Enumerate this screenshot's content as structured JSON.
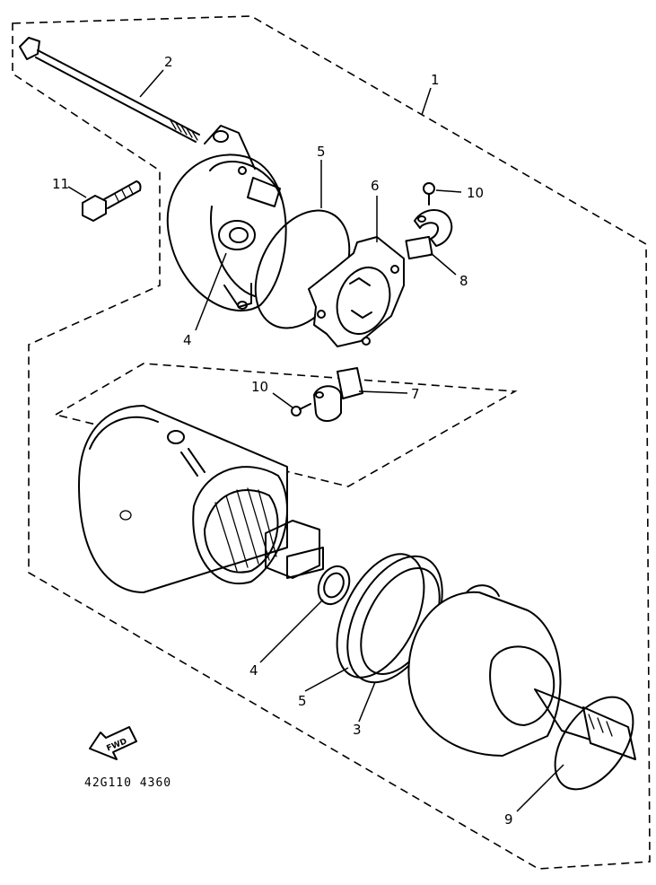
{
  "diagram": {
    "labels": {
      "p1": "1",
      "p2": "2",
      "p3": "3",
      "p4a": "4",
      "p4b": "4",
      "p5a": "5",
      "p5b": "5",
      "p6": "6",
      "p7": "7",
      "p8": "8",
      "p9": "9",
      "p10a": "10",
      "p10b": "10",
      "p11": "11"
    },
    "fwd_label": "FWD",
    "drawing_code": "42G110 4360"
  }
}
